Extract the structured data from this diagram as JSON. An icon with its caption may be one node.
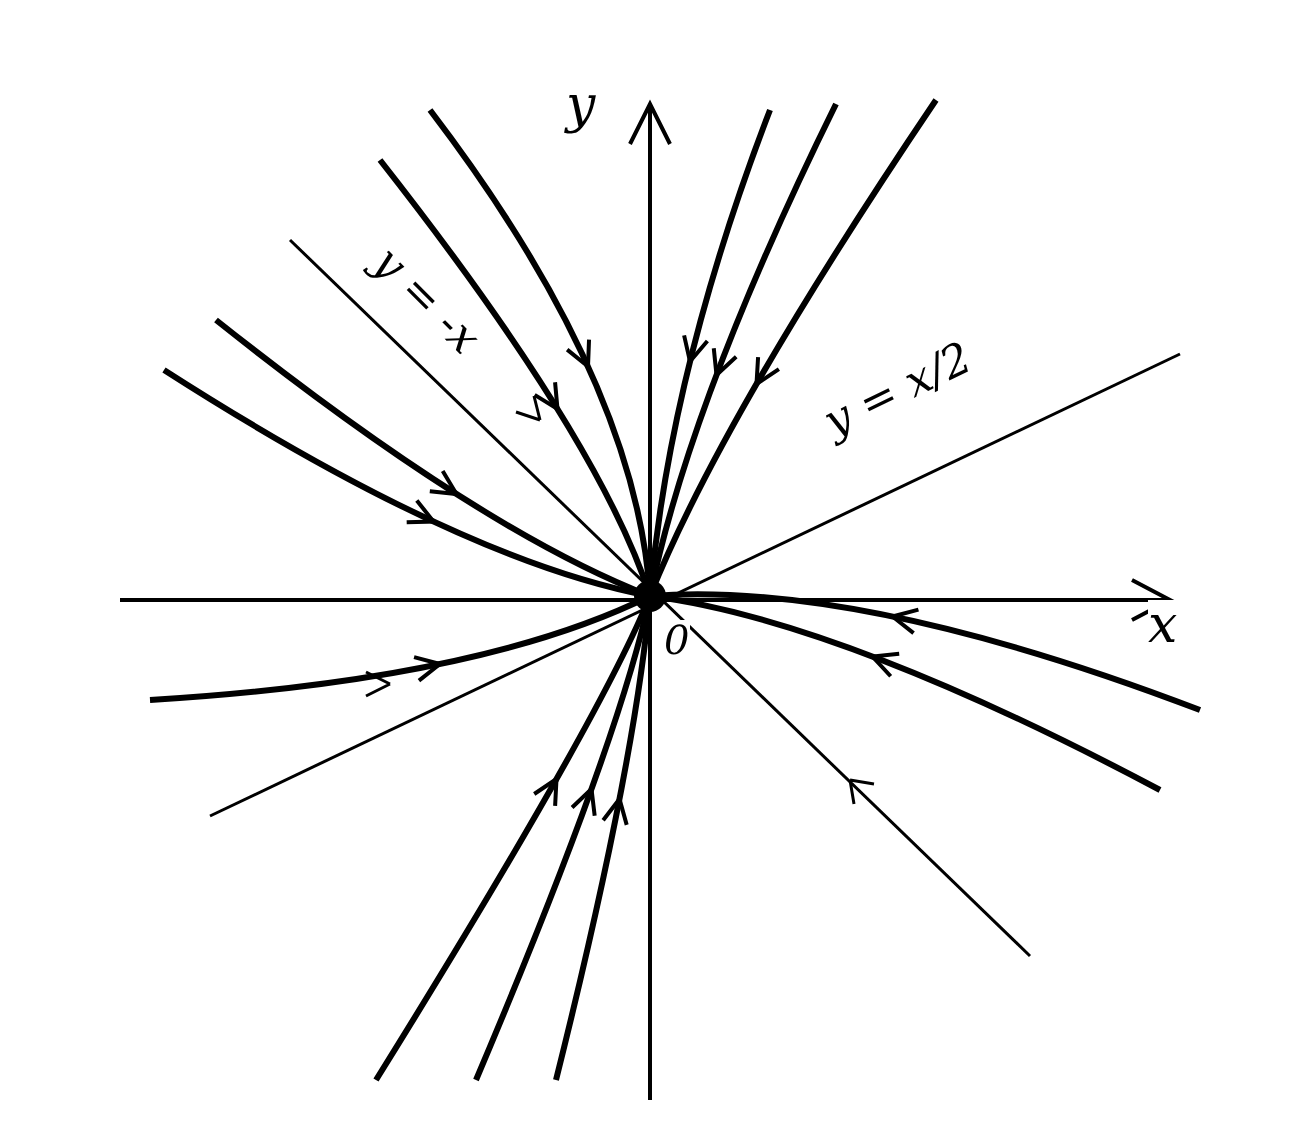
{
  "diagram": {
    "labels": [
      "y",
      "y = -x",
      "y = x/2",
      "x",
      "0"
    ]
  }
}
